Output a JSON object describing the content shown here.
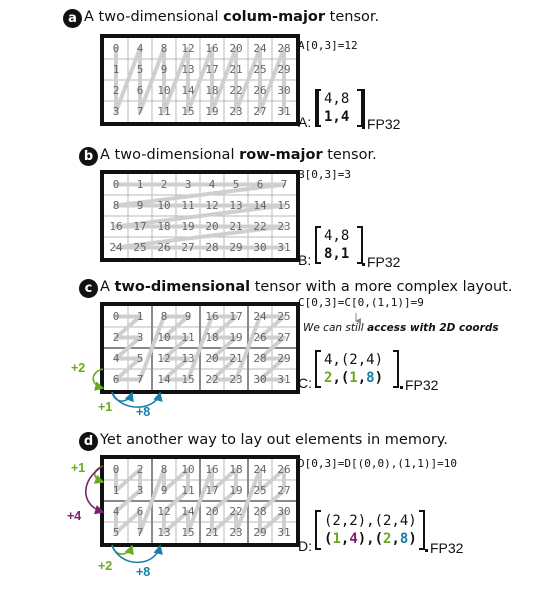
{
  "panels": [
    {
      "letter": "a",
      "title_pre": "A two-dimensional ",
      "title_bold": "colum-major",
      "title_post": " tensor.",
      "access": "A[0,3]=12",
      "name": "A:",
      "shape": [
        "4,8"
      ],
      "stride": [
        "1,4"
      ],
      "dtype": "FP32",
      "cells": [
        [
          0,
          4,
          8,
          12,
          16,
          20,
          24,
          28
        ],
        [
          1,
          5,
          9,
          13,
          17,
          21,
          25,
          29
        ],
        [
          2,
          6,
          10,
          14,
          18,
          22,
          26,
          30
        ],
        [
          3,
          7,
          11,
          15,
          19,
          23,
          27,
          31
        ]
      ]
    },
    {
      "letter": "b",
      "title_pre": "A two-dimensional ",
      "title_bold": "row-major",
      "title_post": " tensor.",
      "access": "B[0,3]=3",
      "name": "B:",
      "shape": [
        "4,8"
      ],
      "stride": [
        "8,1"
      ],
      "dtype": "FP32",
      "cells": [
        [
          0,
          1,
          2,
          3,
          4,
          5,
          6,
          7
        ],
        [
          8,
          9,
          10,
          11,
          12,
          13,
          14,
          15
        ],
        [
          16,
          17,
          18,
          19,
          20,
          21,
          22,
          23
        ],
        [
          24,
          25,
          26,
          27,
          28,
          29,
          30,
          31
        ]
      ]
    },
    {
      "letter": "c",
      "title_pre": "A ",
      "title_bold": "two-dimensional",
      "title_post": " tensor with a more complex layout.",
      "access": "C[0,3]=C[0,(1,1)]=9",
      "note_pre": "We can still ",
      "note_bold": "access with 2D coords",
      "name": "C:",
      "shape_text": "4,(2,4)",
      "stride_parts": [
        "2",
        ",(",
        "1",
        ",",
        "8",
        ")"
      ],
      "dtype": "FP32",
      "arrows": [
        "+2",
        "+1",
        "+8"
      ],
      "cells": [
        [
          0,
          1,
          8,
          9,
          16,
          17,
          24,
          25
        ],
        [
          2,
          3,
          10,
          11,
          18,
          19,
          26,
          27
        ],
        [
          4,
          5,
          12,
          13,
          20,
          21,
          28,
          29
        ],
        [
          6,
          7,
          14,
          15,
          22,
          23,
          30,
          31
        ]
      ]
    },
    {
      "letter": "d",
      "title_pre": "Yet another way to lay out elements in memory.",
      "title_bold": "",
      "title_post": "",
      "access": "D[0,3]=D[(0,0),(1,1)]=10",
      "name": "D:",
      "shape_text": "(2,2),(2,4)",
      "stride_parts": [
        "(",
        "1",
        ",",
        "4",
        "),(",
        "2",
        ",",
        "8",
        ")"
      ],
      "dtype": "FP32",
      "arrows": [
        "+1",
        "+4",
        "+2",
        "+8"
      ],
      "cells": [
        [
          0,
          2,
          8,
          10,
          16,
          18,
          24,
          26
        ],
        [
          1,
          3,
          9,
          11,
          17,
          19,
          25,
          27
        ],
        [
          4,
          6,
          12,
          14,
          20,
          22,
          28,
          30
        ],
        [
          5,
          7,
          13,
          15,
          21,
          23,
          29,
          31
        ]
      ]
    }
  ],
  "colors": {
    "green": "#6aaa1e",
    "purple": "#7d1f6e",
    "blue": "#1a7fa8",
    "path": "#cfcfcf"
  }
}
